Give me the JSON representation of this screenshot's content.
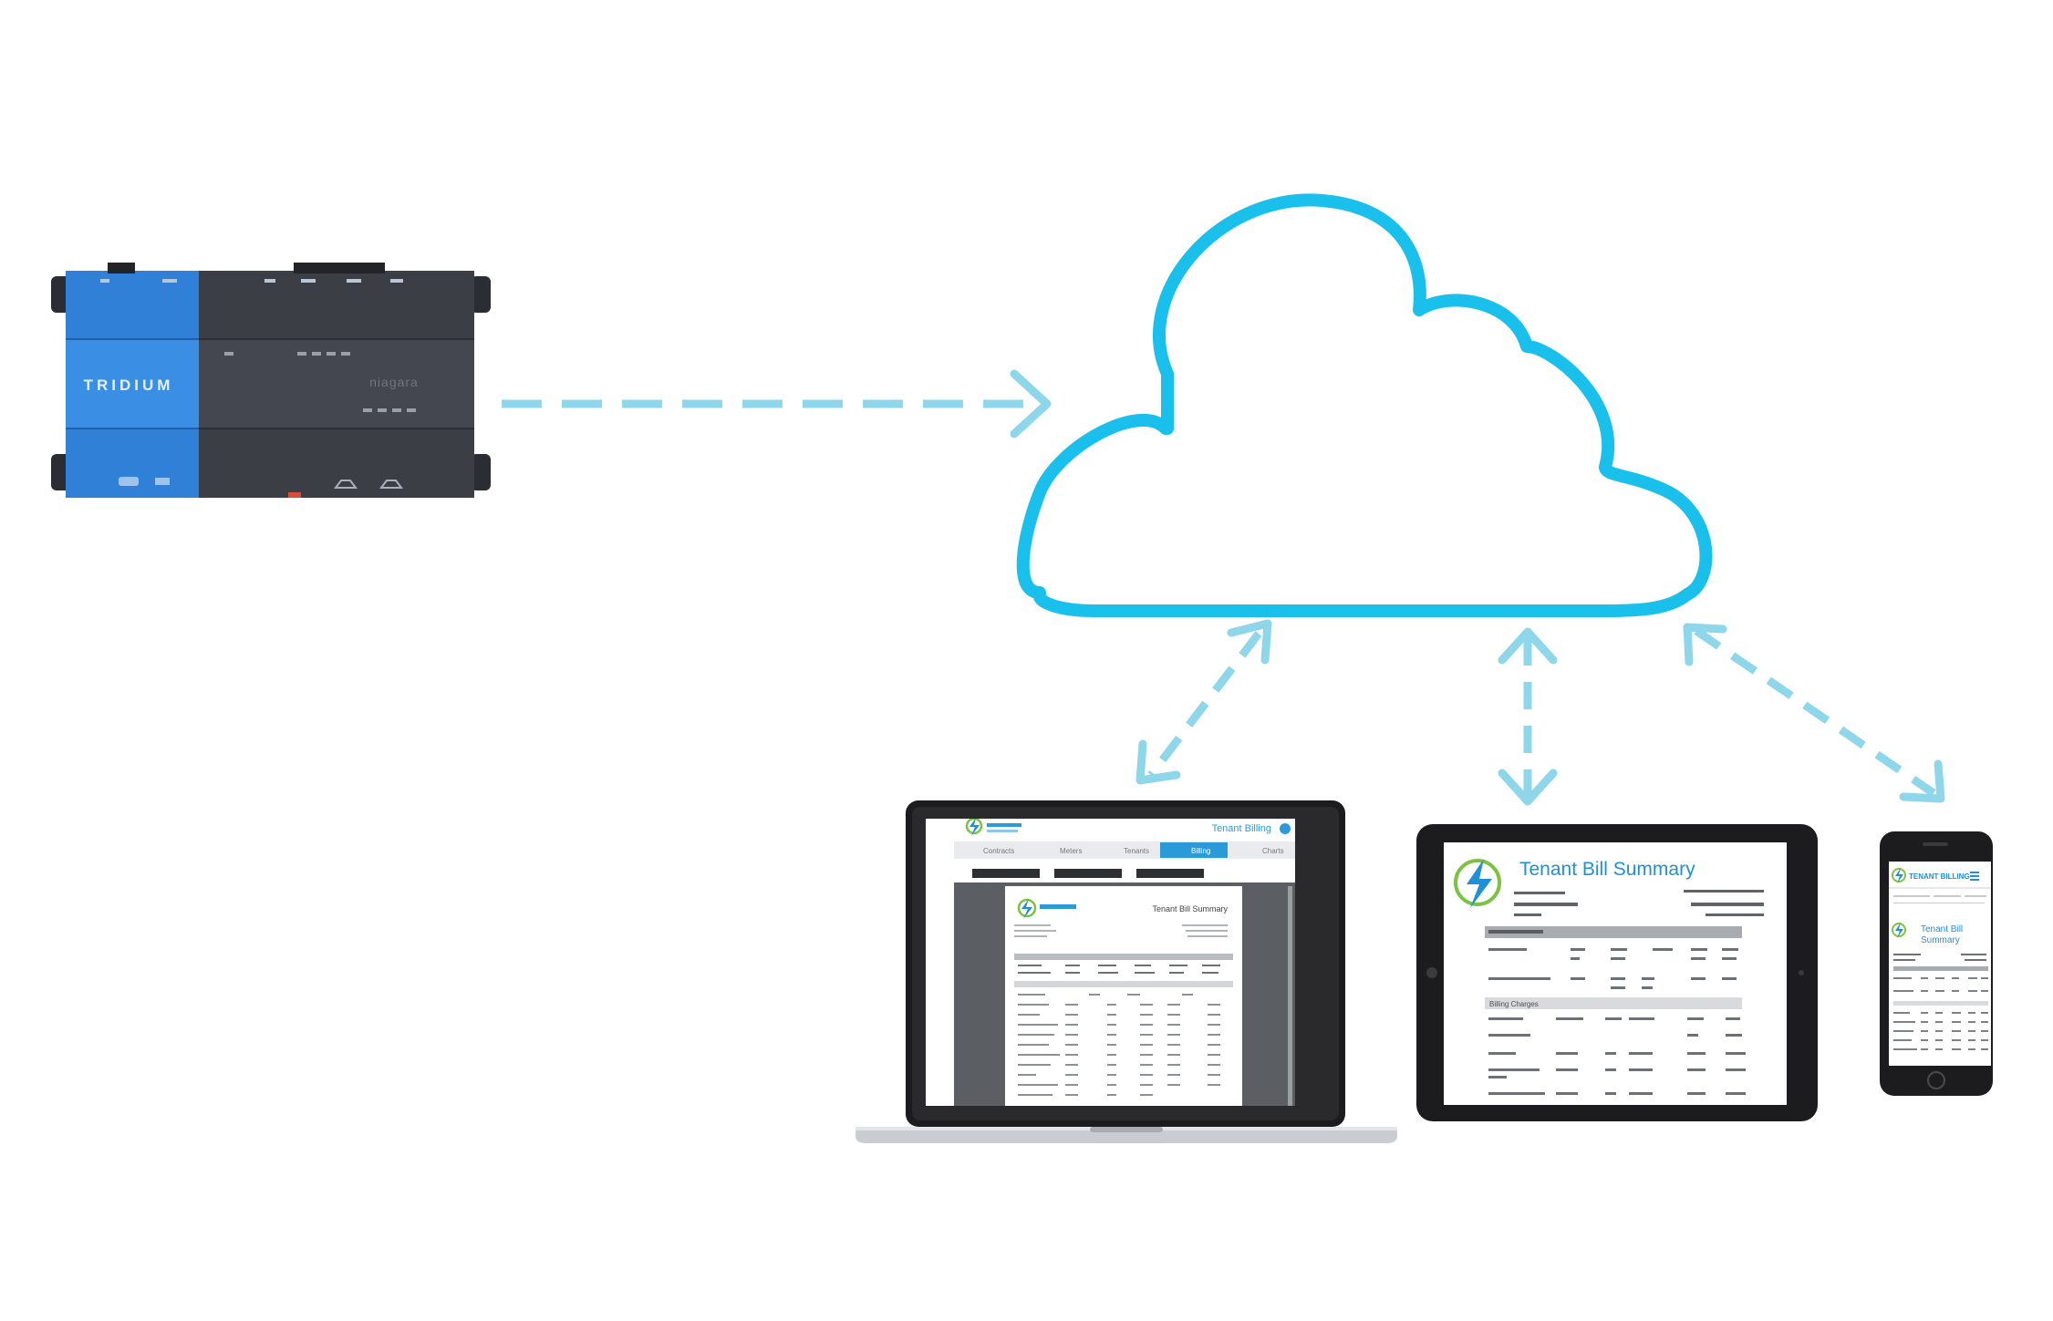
{
  "colors": {
    "cloud": "#19c0ec",
    "connector": "#8ed6ea",
    "device_blue": "#2f80d6",
    "device_dark": "#3b3e45",
    "bezel": "#1c1c1e",
    "app_accent": "#2a9bd8",
    "logo_green": "#7ec242",
    "logo_blue": "#1f8fd6"
  },
  "controller": {
    "brand": "TRIDIUM",
    "model": "niagara"
  },
  "laptop": {
    "header_title": "Tenant Billing",
    "tabs": [
      "Contracts",
      "Meters",
      "Tenants",
      "Billing",
      "Charts"
    ],
    "active_tab": "Billing",
    "doc_title": "Tenant Bill Summary"
  },
  "tablet": {
    "title": "Tenant Bill Summary",
    "sections": [
      "Billing Charges"
    ]
  },
  "phone": {
    "header": "TENANT BILLING",
    "title_line1": "Tenant Bill",
    "title_line2": "Summary"
  },
  "icons": {
    "cloud": "cloud-icon",
    "arrow": "dashed-arrow",
    "menu": "menu-icon",
    "logo": "lightning-logo"
  }
}
